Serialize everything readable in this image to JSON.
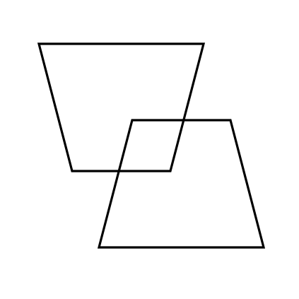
{
  "diagram": {
    "shapes": [
      {
        "kind": "trapezoid",
        "orientation": "wide-top"
      },
      {
        "kind": "trapezoid",
        "orientation": "wide-bottom"
      }
    ],
    "colors": {
      "background": "#ffffff",
      "stroke": "#000000"
    }
  }
}
